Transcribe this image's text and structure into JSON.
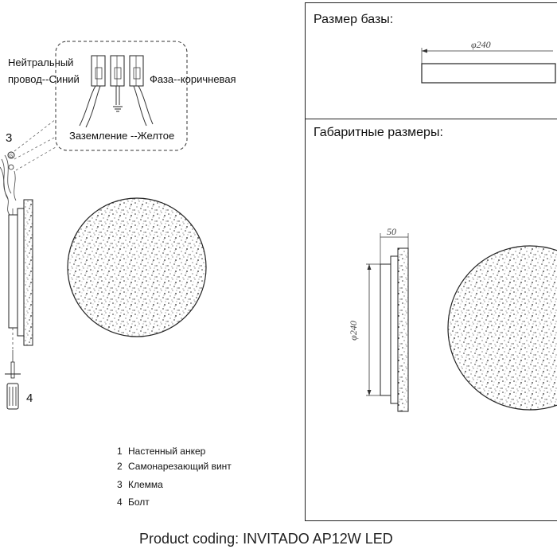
{
  "wiring": {
    "neutral_line1": "Нейтральный",
    "neutral_line2": "провод--Синий",
    "phase": "Фаза--коричневая",
    "ground": "Заземление --Желтое"
  },
  "callouts": {
    "terminal": "3",
    "bolt": "4"
  },
  "legend": [
    {
      "num": "1",
      "text": "Настенный анкер"
    },
    {
      "num": "2",
      "text": "Самонарезающий винт"
    },
    {
      "num": "3",
      "text": "Клемма"
    },
    {
      "num": "4",
      "text": "Болт"
    }
  ],
  "base_panel": {
    "title": "Размер базы:",
    "diameter_label": "φ240"
  },
  "overall_panel": {
    "title": "Габаритные размеры:",
    "depth_label": "50",
    "diameter_label": "φ240"
  },
  "footer": {
    "product_coding": "Product coding: INVITADO AP12W LED"
  }
}
